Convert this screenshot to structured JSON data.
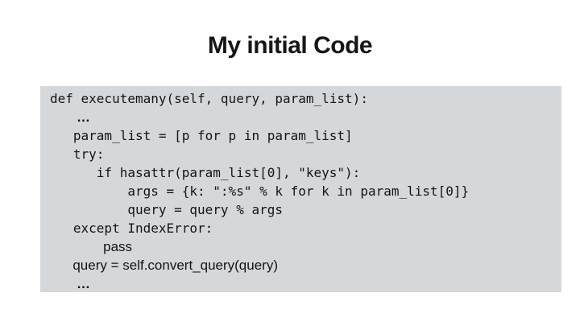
{
  "slide": {
    "title": "My initial Code",
    "title_color": "#161616",
    "background_color": "#ffffff"
  },
  "code_block": {
    "background_color": "#d5d8da",
    "text_color": "#141414",
    "language": "python",
    "lines": [
      "def executemany(self, query, param_list):",
      "       …",
      "   param_list = [p for p in param_list]",
      "   try:",
      "      if hasattr(param_list[0], \"keys\"):",
      "          args = {k: \":%s\" % k for k in param_list[0]}",
      "          query = query % args",
      "   except IndexError:",
      "              pass",
      "      query = self.convert_query(query)",
      "       …"
    ]
  }
}
